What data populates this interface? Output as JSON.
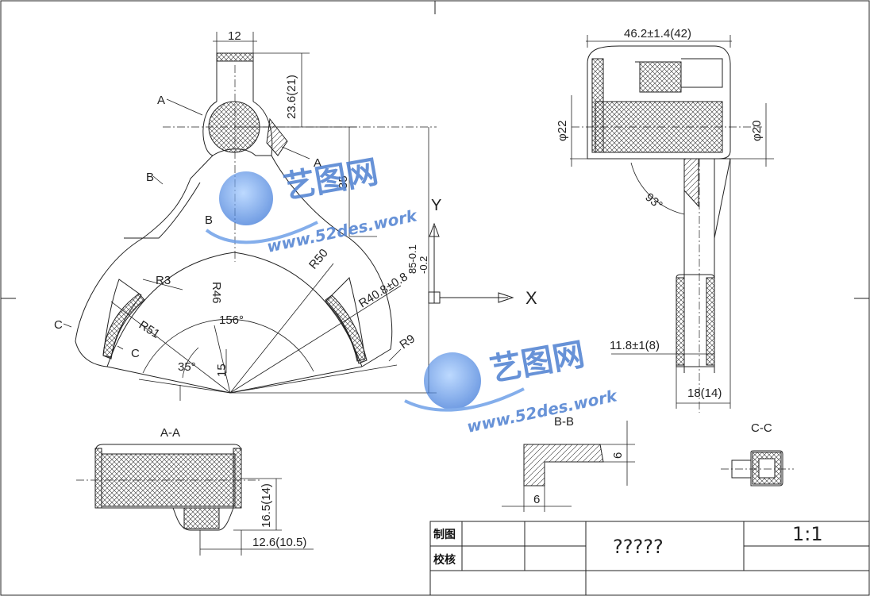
{
  "views": {
    "section_a": "A-A",
    "section_b": "B-B",
    "section_c": "C-C"
  },
  "labels": {
    "A_upper": "A",
    "A_right": "A",
    "B_marker": "B",
    "B_left": "B",
    "C_left": "C",
    "C_inner": "C",
    "axis_x": "X",
    "axis_y": "Y"
  },
  "dimensions": {
    "front": {
      "width_top": "12",
      "height_top": "23.6(21)",
      "height_35": "35",
      "tol_upper": "85-0.1",
      "tol_lower": "-0.2",
      "r3": "R3",
      "r46": "R46",
      "r50": "R50",
      "r40": "R40.8±0.8",
      "r51": "R51",
      "r9": "R9",
      "angle_156": "156°",
      "angle_35": "35°",
      "dim_15": "15"
    },
    "side": {
      "width_top": "46.2±1.4(42)",
      "dia_22": "φ22",
      "dia_20": "φ20",
      "angle_93": "93°",
      "dim_118": "11.8±1(8)",
      "dim_18": "18(14)"
    },
    "section_a": {
      "dim_165": "16.5(14)",
      "dim_126": "12.6(10.5)"
    },
    "section_b": {
      "dim_6_right": "6",
      "dim_6_bottom": "6"
    }
  },
  "title_block": {
    "drawn_by_label": "制图",
    "checked_by_label": "校核",
    "drawing_name": "?????",
    "scale": "1:1"
  },
  "watermark": {
    "brand": "艺图网",
    "url": "www.52des.work"
  },
  "colors": {
    "line": "#222222",
    "watermark": "#4d7fd1"
  }
}
